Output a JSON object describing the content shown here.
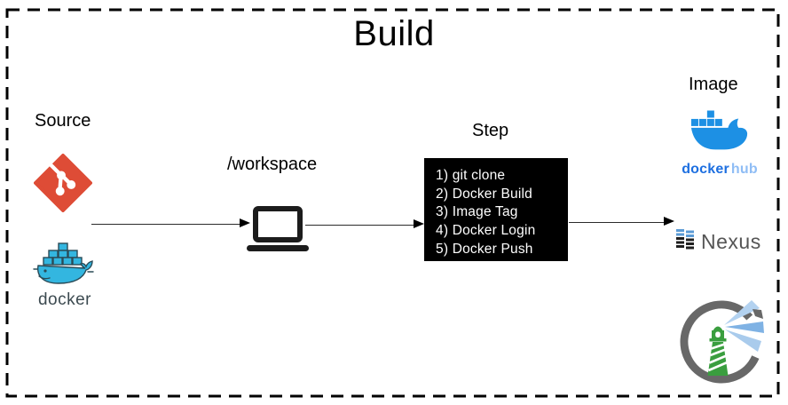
{
  "diagram": {
    "title": "Build",
    "source": {
      "label": "Source",
      "icons": [
        "git-logo-icon",
        "docker-whale-icon"
      ],
      "docker_wordmark": "docker"
    },
    "workspace": {
      "label": "/workspace",
      "icon": "laptop-icon"
    },
    "step": {
      "label": "Step",
      "items": [
        "1) git clone",
        "2) Docker Build",
        "3) Image Tag",
        "4) Docker Login",
        "5) Docker Push"
      ]
    },
    "image": {
      "label": "Image",
      "registries": [
        {
          "name": "dockerhub",
          "word_docker": "docker",
          "word_hub": "hub",
          "icon": "dockerhub-whale-icon"
        },
        {
          "name": "nexus",
          "label": "Nexus",
          "icon": "nexus-bars-icon"
        },
        {
          "name": "harbor",
          "icon": "harbor-lighthouse-icon"
        }
      ]
    },
    "colors": {
      "border": "#000000",
      "git_orange": "#de4c36",
      "docker_teal": "#33b6e0",
      "docker_outline": "#2a4b57",
      "dockerhub_blue": "#1d90e4",
      "dockerhub_word": "#1d6fe0",
      "dockerhub_word_light": "#8fbdf5",
      "nexus_blue": "#5b9bd5",
      "nexus_dark": "#1f1f1f",
      "nexus_text": "#555555",
      "harbor_gray": "#686868",
      "harbor_green": "#3a9e3f",
      "beam_light": "#b3d2f0",
      "beam_mid": "#7fb2e4",
      "step_box_bg": "#000000",
      "step_box_text": "#ffffff"
    }
  }
}
